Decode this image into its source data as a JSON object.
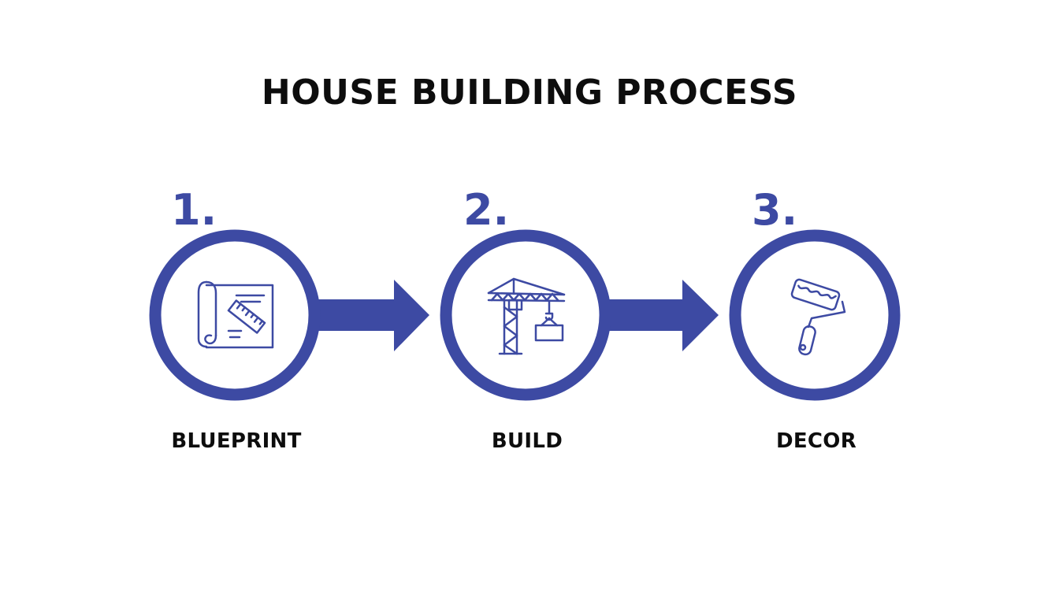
{
  "title": "HOUSE BUILDING PROCESS",
  "accent_color": "#3d4aa3",
  "text_color": "#0d0d0d",
  "steps": [
    {
      "number": "1.",
      "label": "BLUEPRINT",
      "icon": "blueprint-icon"
    },
    {
      "number": "2.",
      "label": "BUILD",
      "icon": "crane-icon"
    },
    {
      "number": "3.",
      "label": "DECOR",
      "icon": "paint-roller-icon"
    }
  ]
}
